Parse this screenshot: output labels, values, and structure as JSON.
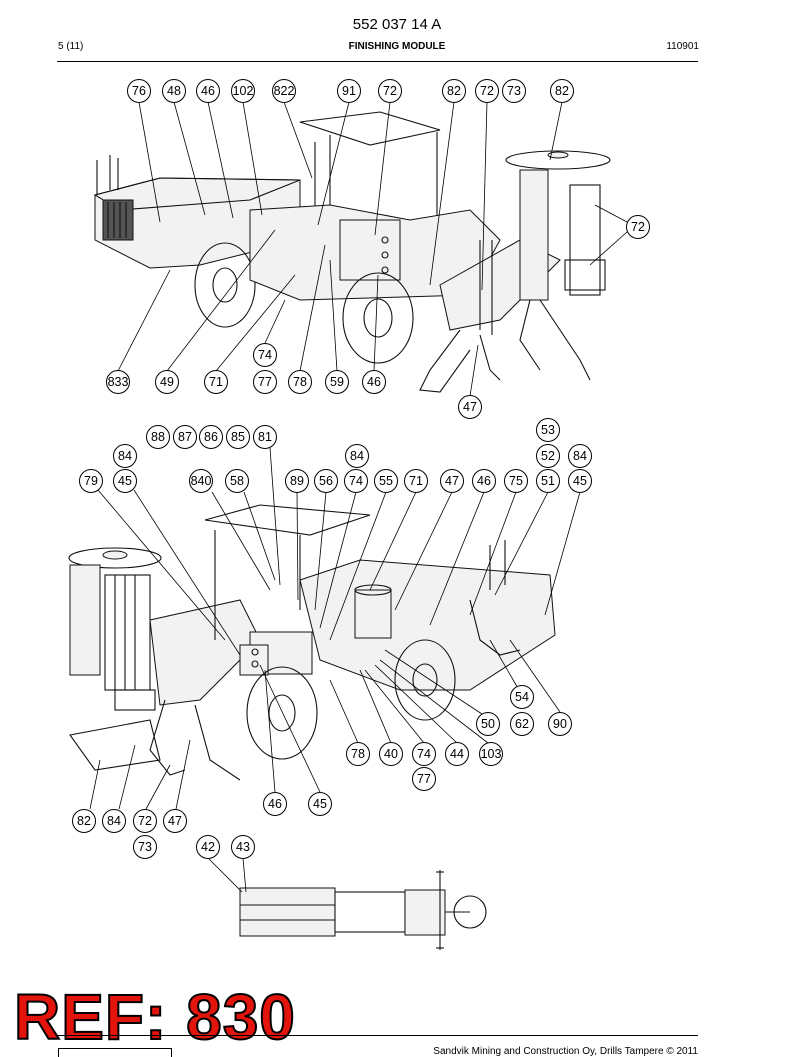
{
  "header": {
    "doc_number": "552 037 14 A",
    "page": "5 (11)",
    "section": "FINISHING MODULE",
    "date": "110901"
  },
  "callouts": {
    "top_row": [
      "76",
      "48",
      "46",
      "102",
      "822",
      "91",
      "72",
      "82",
      "72",
      "73",
      "82"
    ],
    "right": [
      "72"
    ],
    "mid": [
      "74"
    ],
    "bottom_row": [
      "833",
      "49",
      "71",
      "77",
      "78",
      "59",
      "46"
    ],
    "front": [
      "47"
    ],
    "view2_cluster": [
      "88",
      "87",
      "86",
      "85",
      "81"
    ],
    "view2_misc": [
      "53",
      "84",
      "84",
      "52",
      "84"
    ],
    "view2_top_row": [
      "79",
      "45",
      "840",
      "58",
      "89",
      "56",
      "74",
      "55",
      "71",
      "47",
      "46",
      "75",
      "51",
      "45"
    ],
    "view2_right": [
      "54",
      "50",
      "62",
      "90"
    ],
    "view2_bottom": [
      "78",
      "40",
      "74",
      "44",
      "103",
      "77",
      "46",
      "45"
    ],
    "view2_front": [
      "82",
      "84",
      "72",
      "47",
      "73"
    ],
    "view3": [
      "42",
      "43"
    ]
  },
  "stamp": "REF: 830",
  "footer": {
    "copyright": "Sandvik Mining and Construction Oy, Drills Tampere © 2011"
  }
}
